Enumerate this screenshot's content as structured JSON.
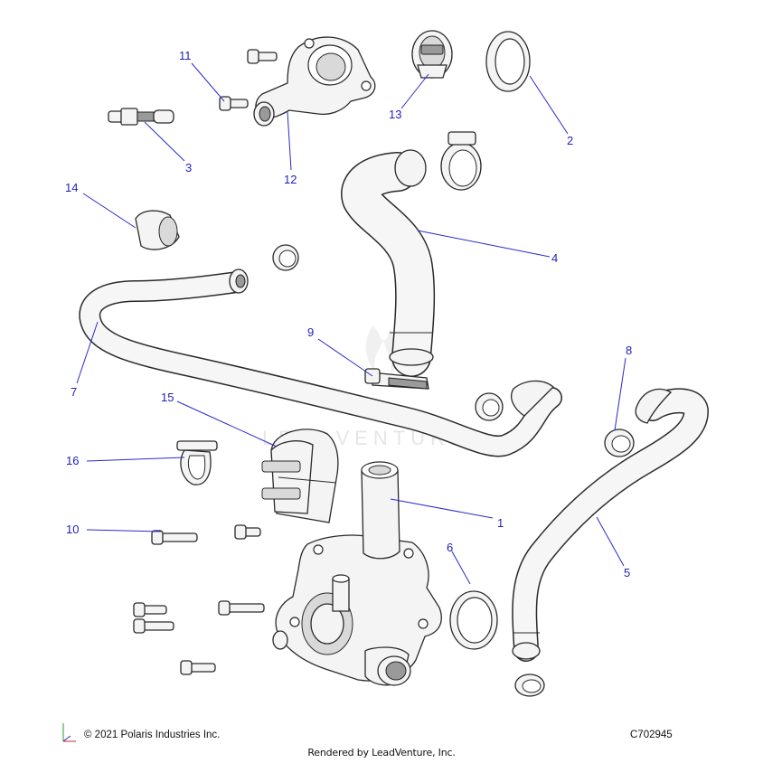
{
  "footer": {
    "copyright": "© 2021 Polaris Industries Inc.",
    "diagram_code": "C702945",
    "rendered_by": "Rendered by LeadVenture, Inc."
  },
  "watermark": "LEADVENTURE",
  "callouts": {
    "c1": "1",
    "c2": "2",
    "c3": "3",
    "c4": "4",
    "c5": "5",
    "c6": "6",
    "c7": "7",
    "c8": "8",
    "c9": "9",
    "c10": "10",
    "c11": "11",
    "c12": "12",
    "c13": "13",
    "c14": "14",
    "c15": "15",
    "c16": "16"
  },
  "colors": {
    "callout": "#1e1ebe",
    "line_art": "#2a2a2a",
    "part_fill": "#f4f4f4"
  }
}
